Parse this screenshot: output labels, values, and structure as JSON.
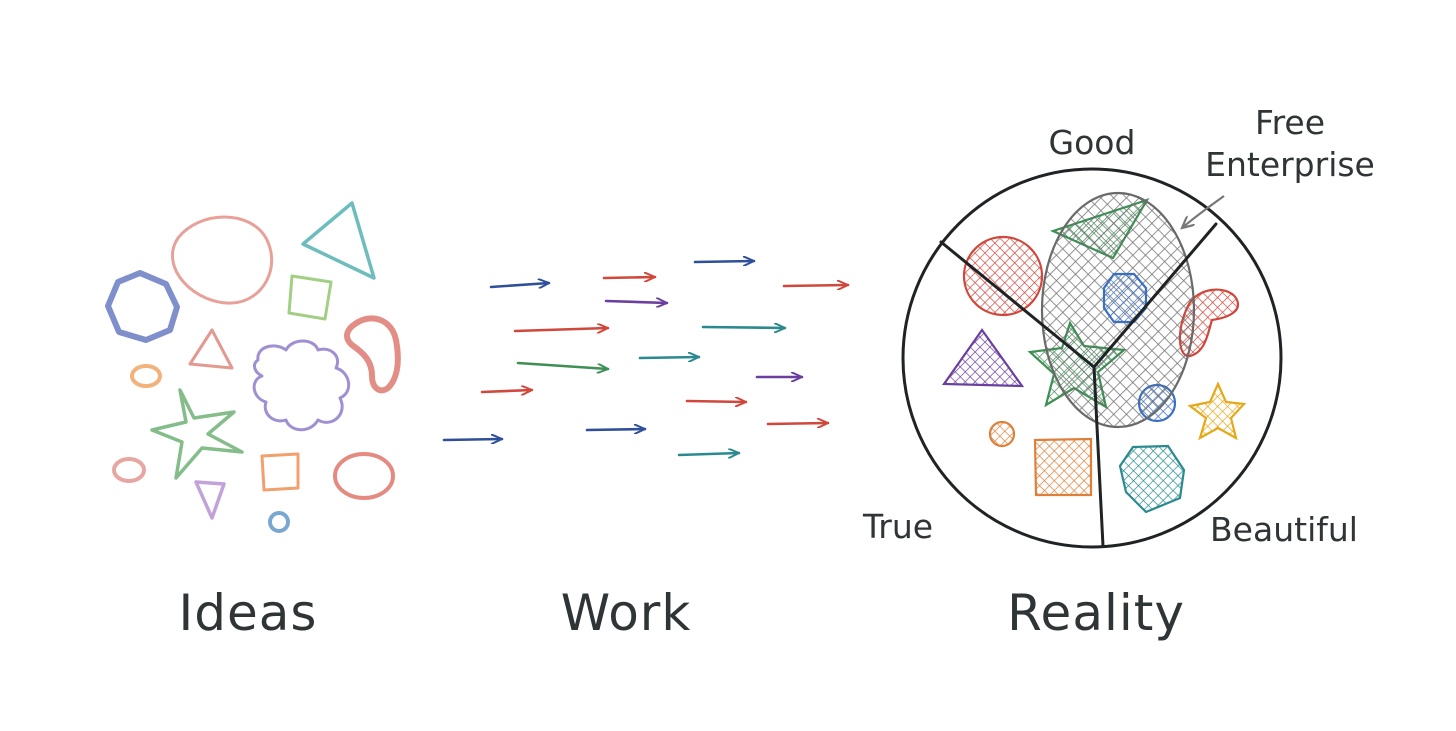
{
  "sections": {
    "ideas": "Ideas",
    "work": "Work",
    "reality": "Reality"
  },
  "regions": {
    "good": "Good",
    "true": "True",
    "beautiful": "Beautiful",
    "free_enterprise_line1": "Free",
    "free_enterprise_line2": "Enterprise"
  },
  "colors": {
    "ink": "#2f3437",
    "red": "#d0473c",
    "blue": "#2f4f9b",
    "teal": "#2a8a8f",
    "green": "#3e8f55",
    "purple": "#6b3fa0",
    "orange": "#e07f3a",
    "yellow": "#f2b51d",
    "gray": "#777777"
  },
  "shapes": {
    "idea_shapes": [
      "blob-pink",
      "triangle-teal",
      "heptagon-blue",
      "square-green",
      "bean-red",
      "triangle-red",
      "oval-orange",
      "cloud-purple",
      "star-green",
      "square-orange",
      "oval-red",
      "oval-pink",
      "triangle-purple",
      "circle-blue"
    ],
    "work_arrows": [
      "arrow-blue",
      "arrow-red",
      "arrow-purple",
      "arrow-teal",
      "arrow-green"
    ],
    "reality_shapes": [
      "circle-red",
      "triangle-green",
      "octagon-blue",
      "bean-red",
      "triangle-purple",
      "star-green",
      "circle-blue",
      "star-yellow",
      "circle-orange",
      "square-orange",
      "heptagon-teal",
      "hatched-free-enterprise"
    ]
  }
}
